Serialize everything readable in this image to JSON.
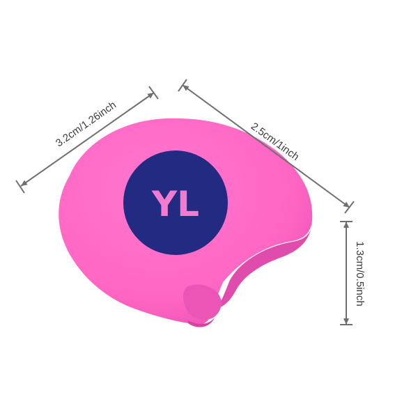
{
  "product": {
    "logo_text": "YL",
    "body_color": "#ff69c6",
    "body_shadow_color": "#e14aa9",
    "logo_circle_color": "#222a82",
    "logo_text_color": "#f27bd0"
  },
  "dimensions": {
    "width_label": "3.2cm/1.26inch",
    "depth_label": "2.5cm/1inch",
    "height_label": "1.3cm/0.5inch",
    "line_color": "#6f6f6f"
  }
}
